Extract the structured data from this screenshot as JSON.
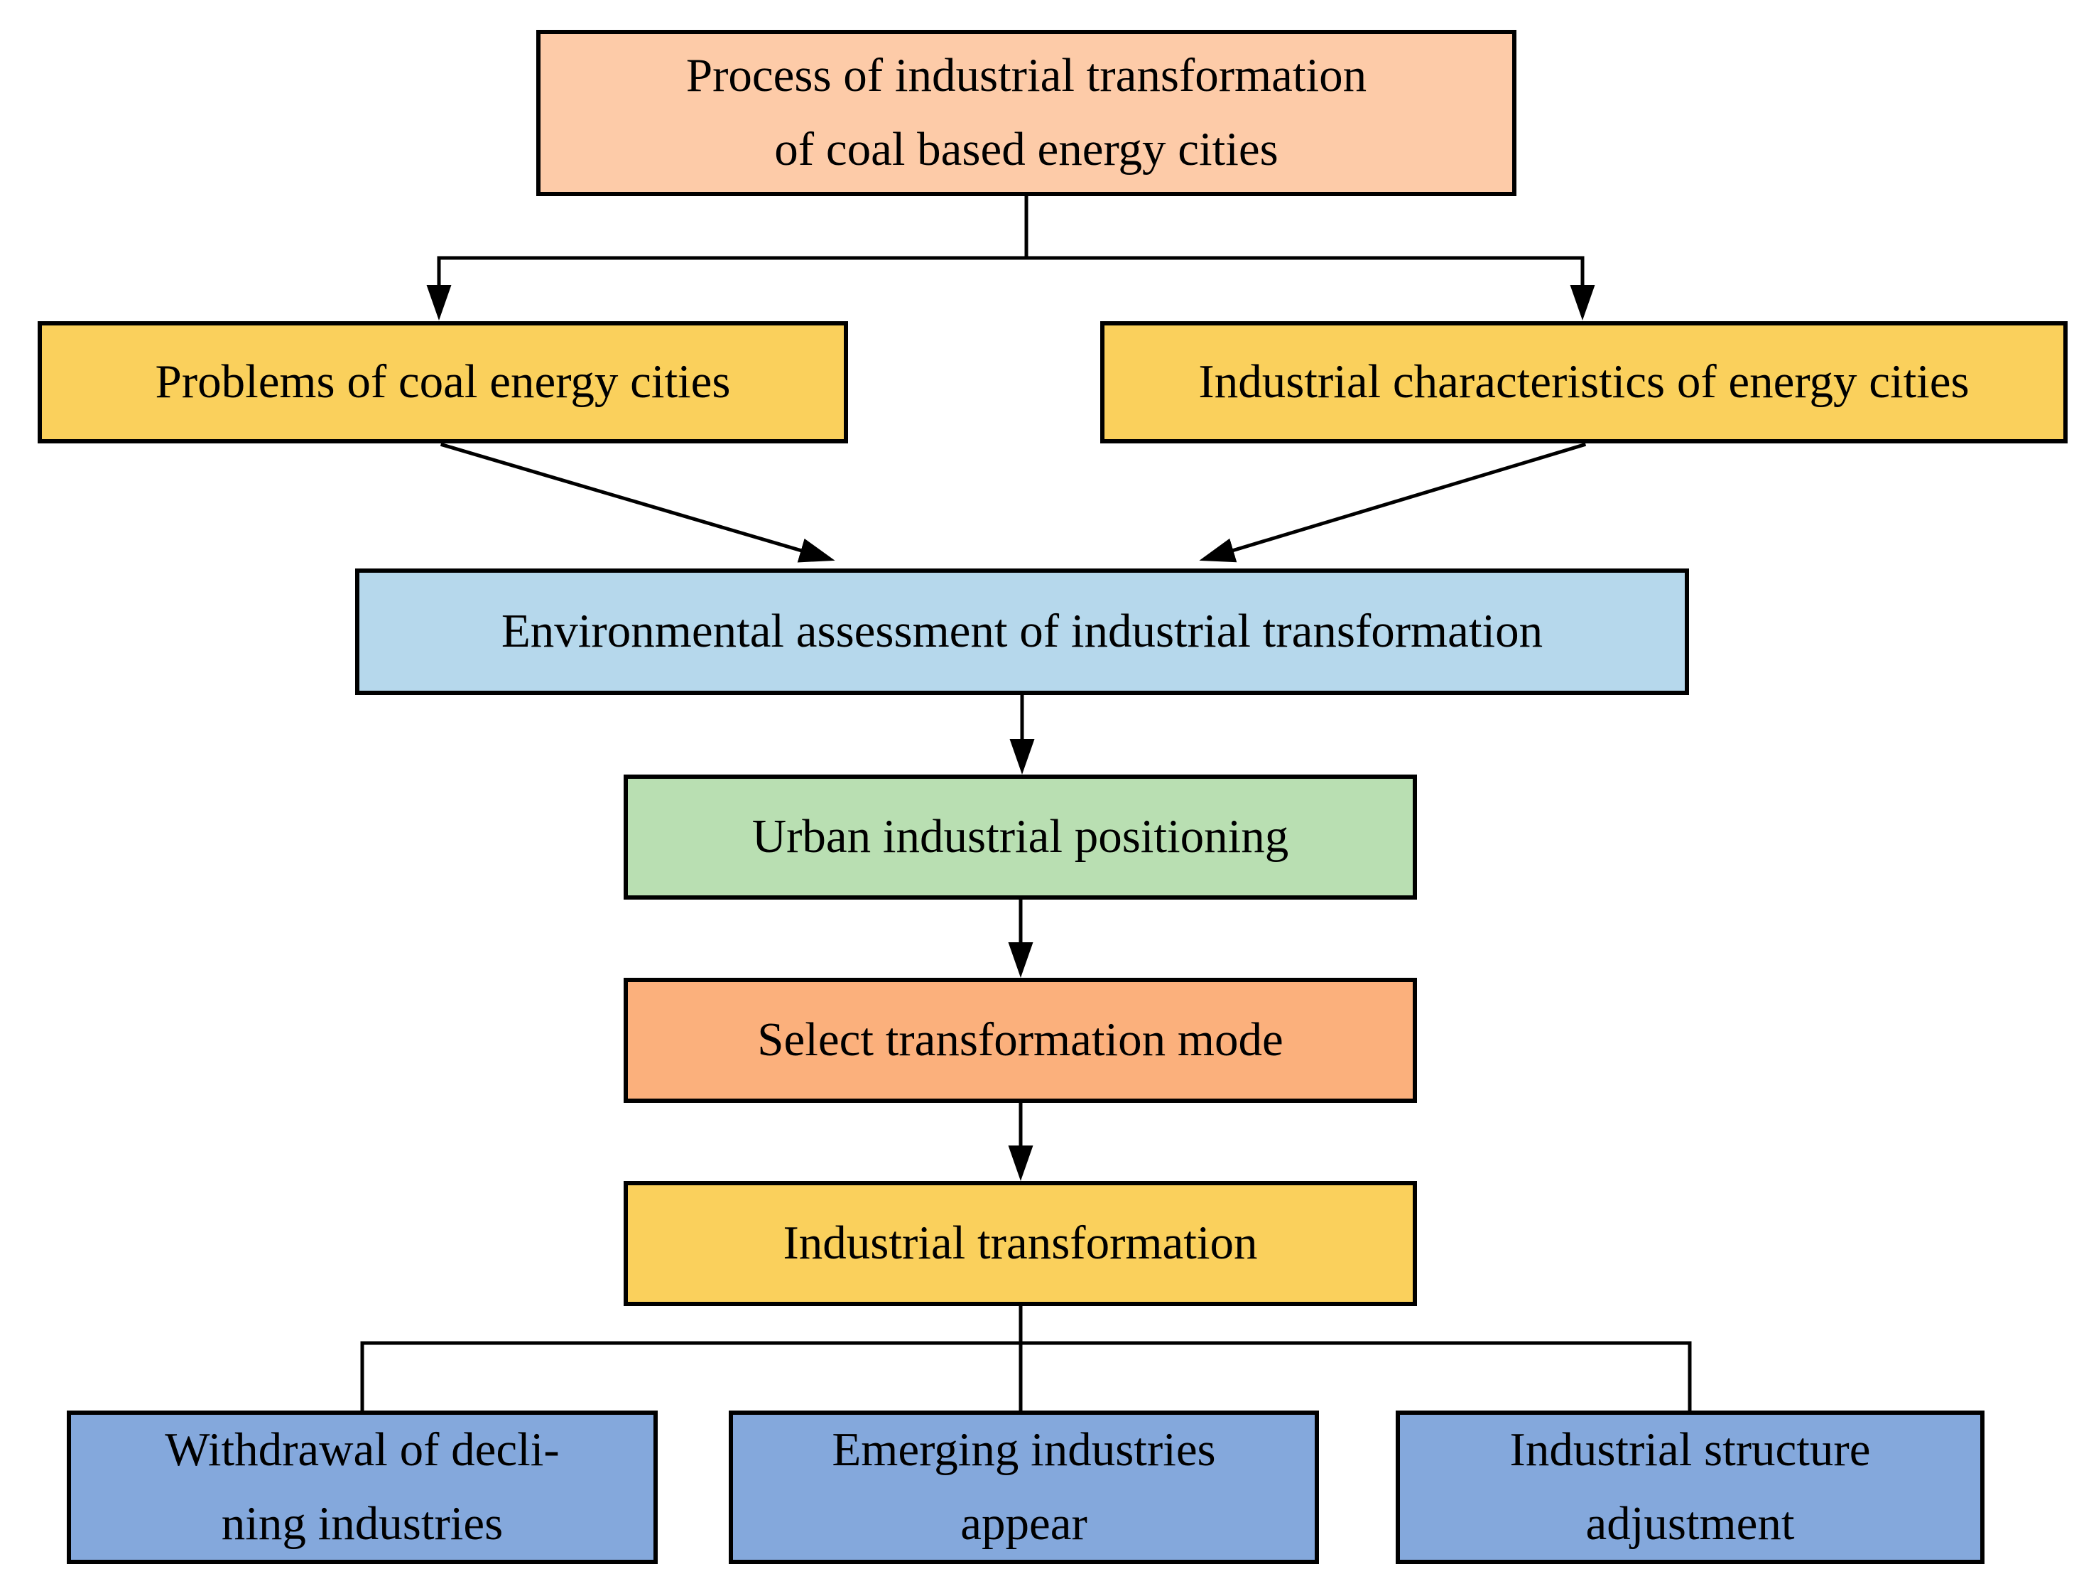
{
  "diagram": {
    "border_color": "#000000",
    "line_color": "#000000",
    "nodes": {
      "process": {
        "lines": [
          "Process of industrial transformation",
          "of coal based energy cities"
        ],
        "fill": "#FDCBA8"
      },
      "problems": {
        "lines": [
          "Problems of coal energy cities"
        ],
        "fill": "#FAD05C"
      },
      "characteristics": {
        "lines": [
          "Industrial characteristics of energy cities"
        ],
        "fill": "#FAD05C"
      },
      "assessment": {
        "lines": [
          "Environmental assessment of industrial transformation"
        ],
        "fill": "#B6D8EC"
      },
      "positioning": {
        "lines": [
          "Urban industrial positioning"
        ],
        "fill": "#B9DFB2"
      },
      "mode": {
        "lines": [
          "Select transformation mode"
        ],
        "fill": "#FBB07C"
      },
      "transformation": {
        "lines": [
          "Industrial transformation"
        ],
        "fill": "#FAD05C"
      },
      "withdrawal": {
        "lines": [
          "Withdrawal of decli-",
          "ning industries"
        ],
        "fill": "#84A8DC"
      },
      "emerging": {
        "lines": [
          "Emerging industries",
          "appear"
        ],
        "fill": "#84A8DC"
      },
      "adjustment": {
        "lines": [
          "Industrial structure",
          "adjustment"
        ],
        "fill": "#84A8DC"
      }
    }
  }
}
